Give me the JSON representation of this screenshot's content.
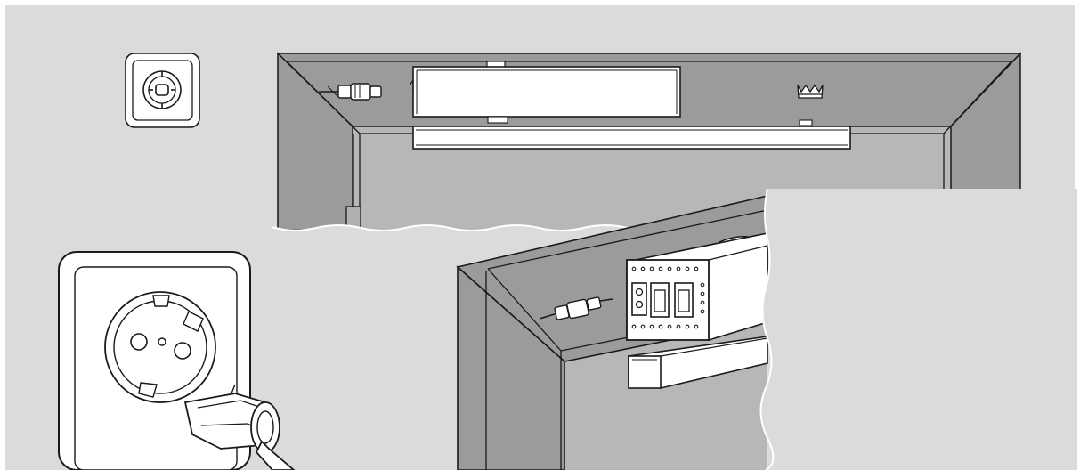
{
  "illustration": {
    "colors": {
      "background": "#ffffff",
      "panel": "#dadbdc",
      "wall": "#b6b7b9",
      "frame": "#9a9b9d",
      "frame_inner": "#aeafb1",
      "white": "#ffffff",
      "line": "#1a1a1a"
    },
    "components": [
      {
        "id": "key-switch",
        "icon": "key-switch-icon"
      },
      {
        "id": "upper-door-frame",
        "icon": "door-frame-icon"
      },
      {
        "id": "door-operator-cover",
        "icon": "operator-housing-icon"
      },
      {
        "id": "brand-crown-logo",
        "icon": "crown-icon"
      },
      {
        "id": "guide-rail",
        "icon": "rail-icon"
      },
      {
        "id": "cable-connector-upper",
        "icon": "plug-connector-icon"
      },
      {
        "id": "power-socket",
        "icon": "schuko-socket-icon"
      },
      {
        "id": "power-plug",
        "icon": "mains-plug-icon"
      },
      {
        "id": "lower-door-frame",
        "icon": "door-frame-icon"
      },
      {
        "id": "control-unit",
        "icon": "control-unit-icon"
      },
      {
        "id": "cable-connector-lower",
        "icon": "plug-connector-icon"
      }
    ]
  }
}
